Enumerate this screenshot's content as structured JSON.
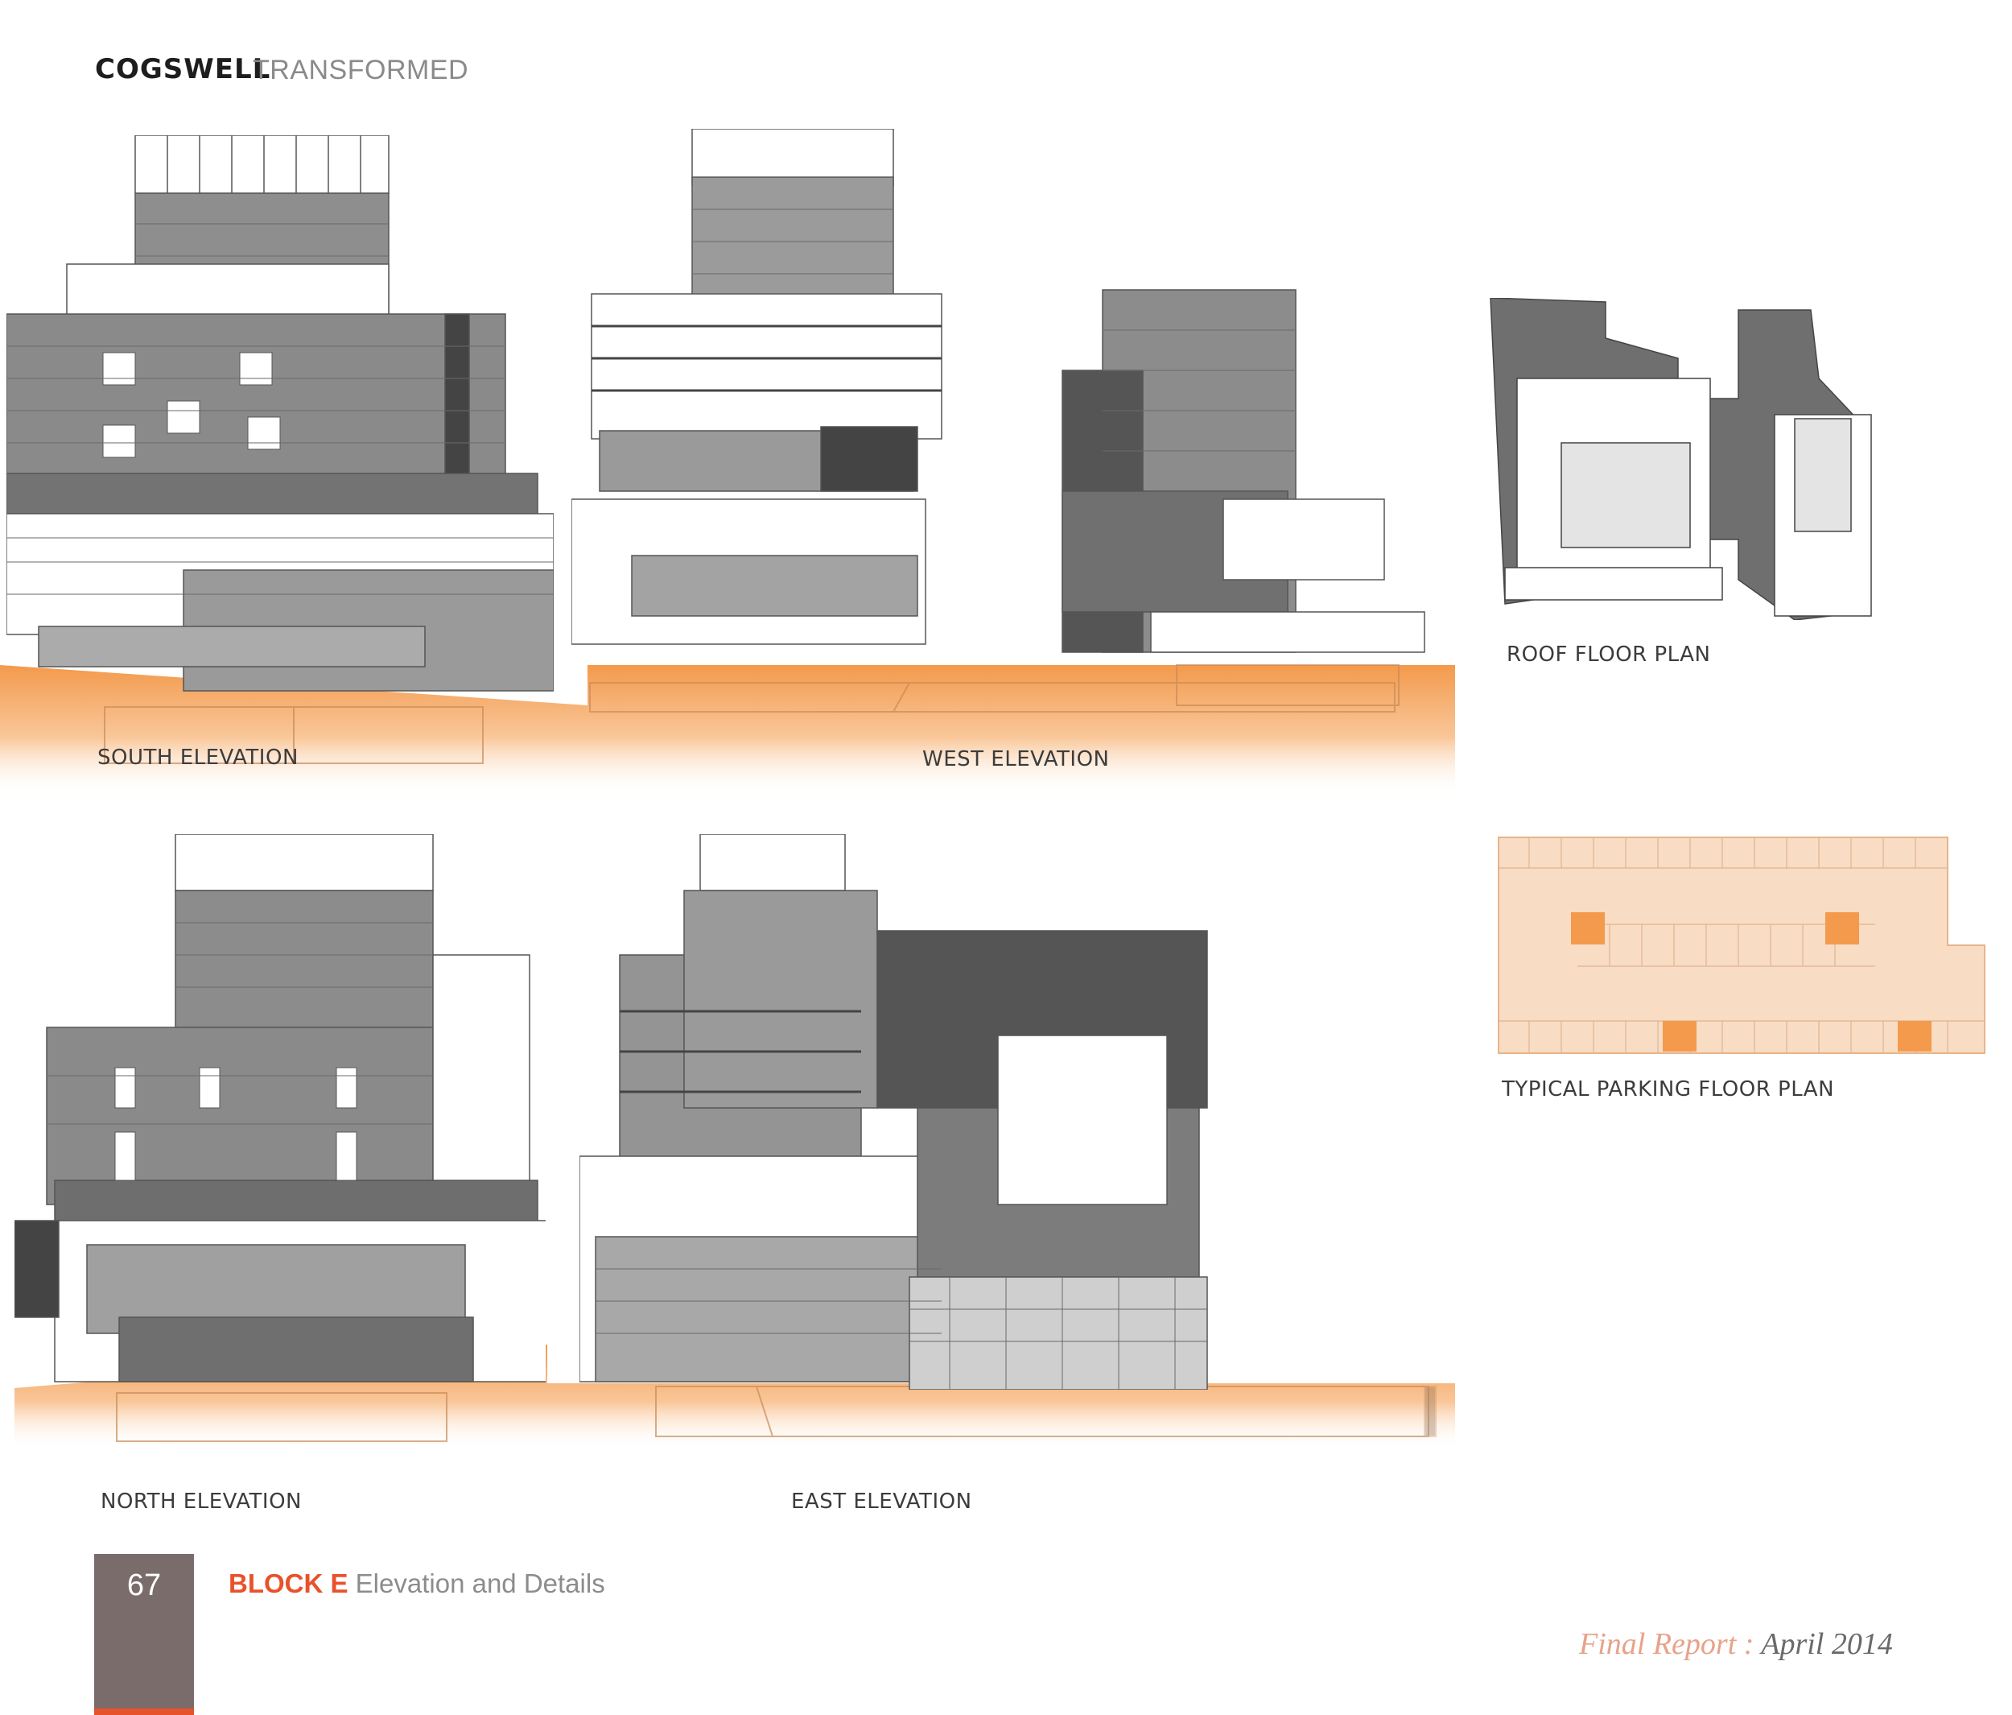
{
  "header": {
    "title": "COGSWELL",
    "subtitle": "TRANSFORMED"
  },
  "labels": {
    "south": "SOUTH ELEVATION",
    "west": "WEST ELEVATION",
    "roof": "ROOF FLOOR PLAN",
    "parking": "TYPICAL PARKING FLOOR PLAN",
    "north": "NORTH ELEVATION",
    "east": "EAST ELEVATION"
  },
  "footer": {
    "page_number": "67",
    "block": "BLOCK E",
    "section": "Elevation and Details",
    "report_label": "Final Report :",
    "report_date": "April 2014"
  },
  "colors": {
    "accent": "#e8522a",
    "ground": "#f6a15a",
    "facade_dark": "#6e6e6e",
    "facade_mid": "#9a9a9a",
    "parking_fill": "#f8dcc4"
  }
}
